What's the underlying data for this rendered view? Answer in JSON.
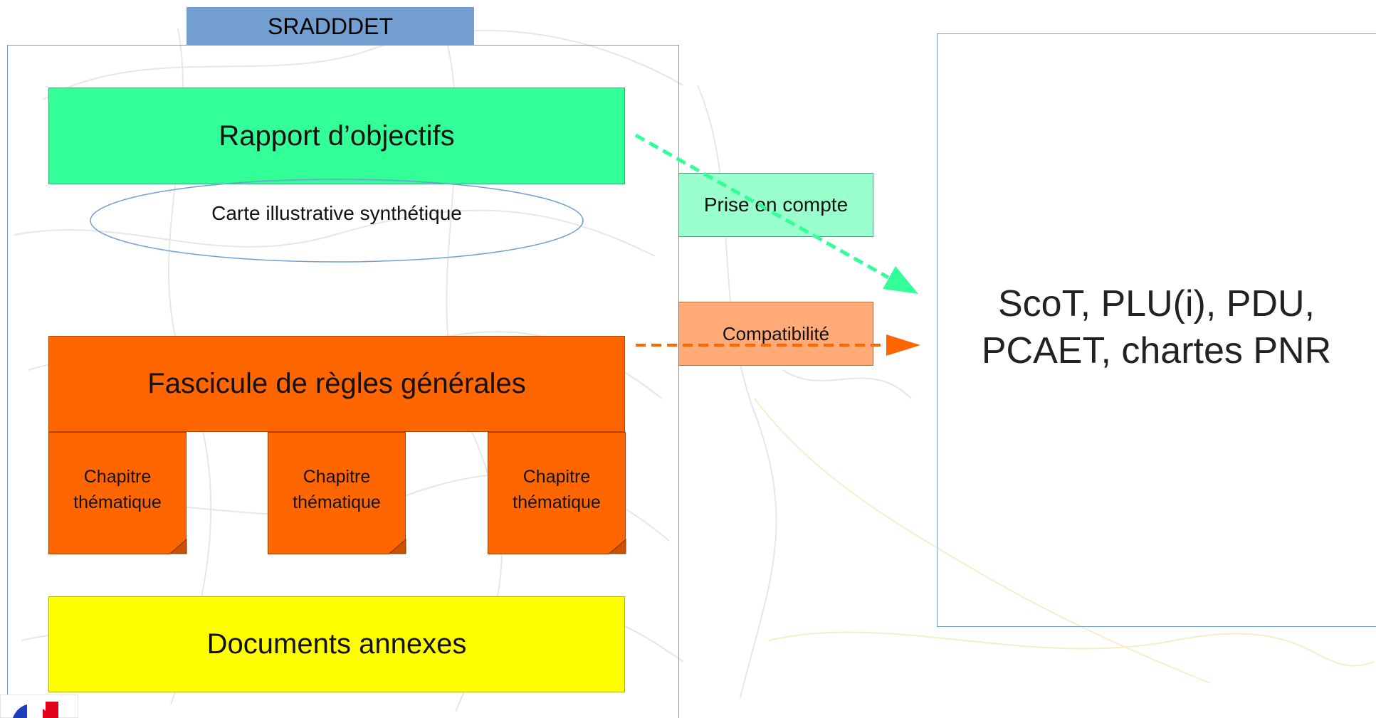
{
  "title": "SRADDDET",
  "rapport": {
    "label": "Rapport d’objectifs",
    "carte_label": "Carte illustrative synthétique"
  },
  "fascicule": {
    "label": "Fascicule de règles générales",
    "chapters": [
      {
        "line1": "Chapitre",
        "line2": "thématique"
      },
      {
        "line1": "Chapitre",
        "line2": "thématique"
      },
      {
        "line1": "Chapitre",
        "line2": "thématique"
      }
    ]
  },
  "annexes": {
    "label": "Documents annexes"
  },
  "relations": {
    "prise_en_compte": "Prise en compte",
    "compatibilite": "Compatibilité"
  },
  "target": {
    "line1": "ScoT, PLU(i), PDU,",
    "line2": "PCAET, chartes PNR"
  },
  "colors": {
    "frame": "#729fcf",
    "rapport": "#33ff99",
    "fascicule": "#ff6600",
    "annexes": "#ffff00",
    "prise": "#99ffcc",
    "compat": "#ffaa77",
    "arrow_green": "#33ff99",
    "arrow_orange": "#ff6600"
  },
  "icons": {
    "logo": "french-republic-flag-logo"
  }
}
